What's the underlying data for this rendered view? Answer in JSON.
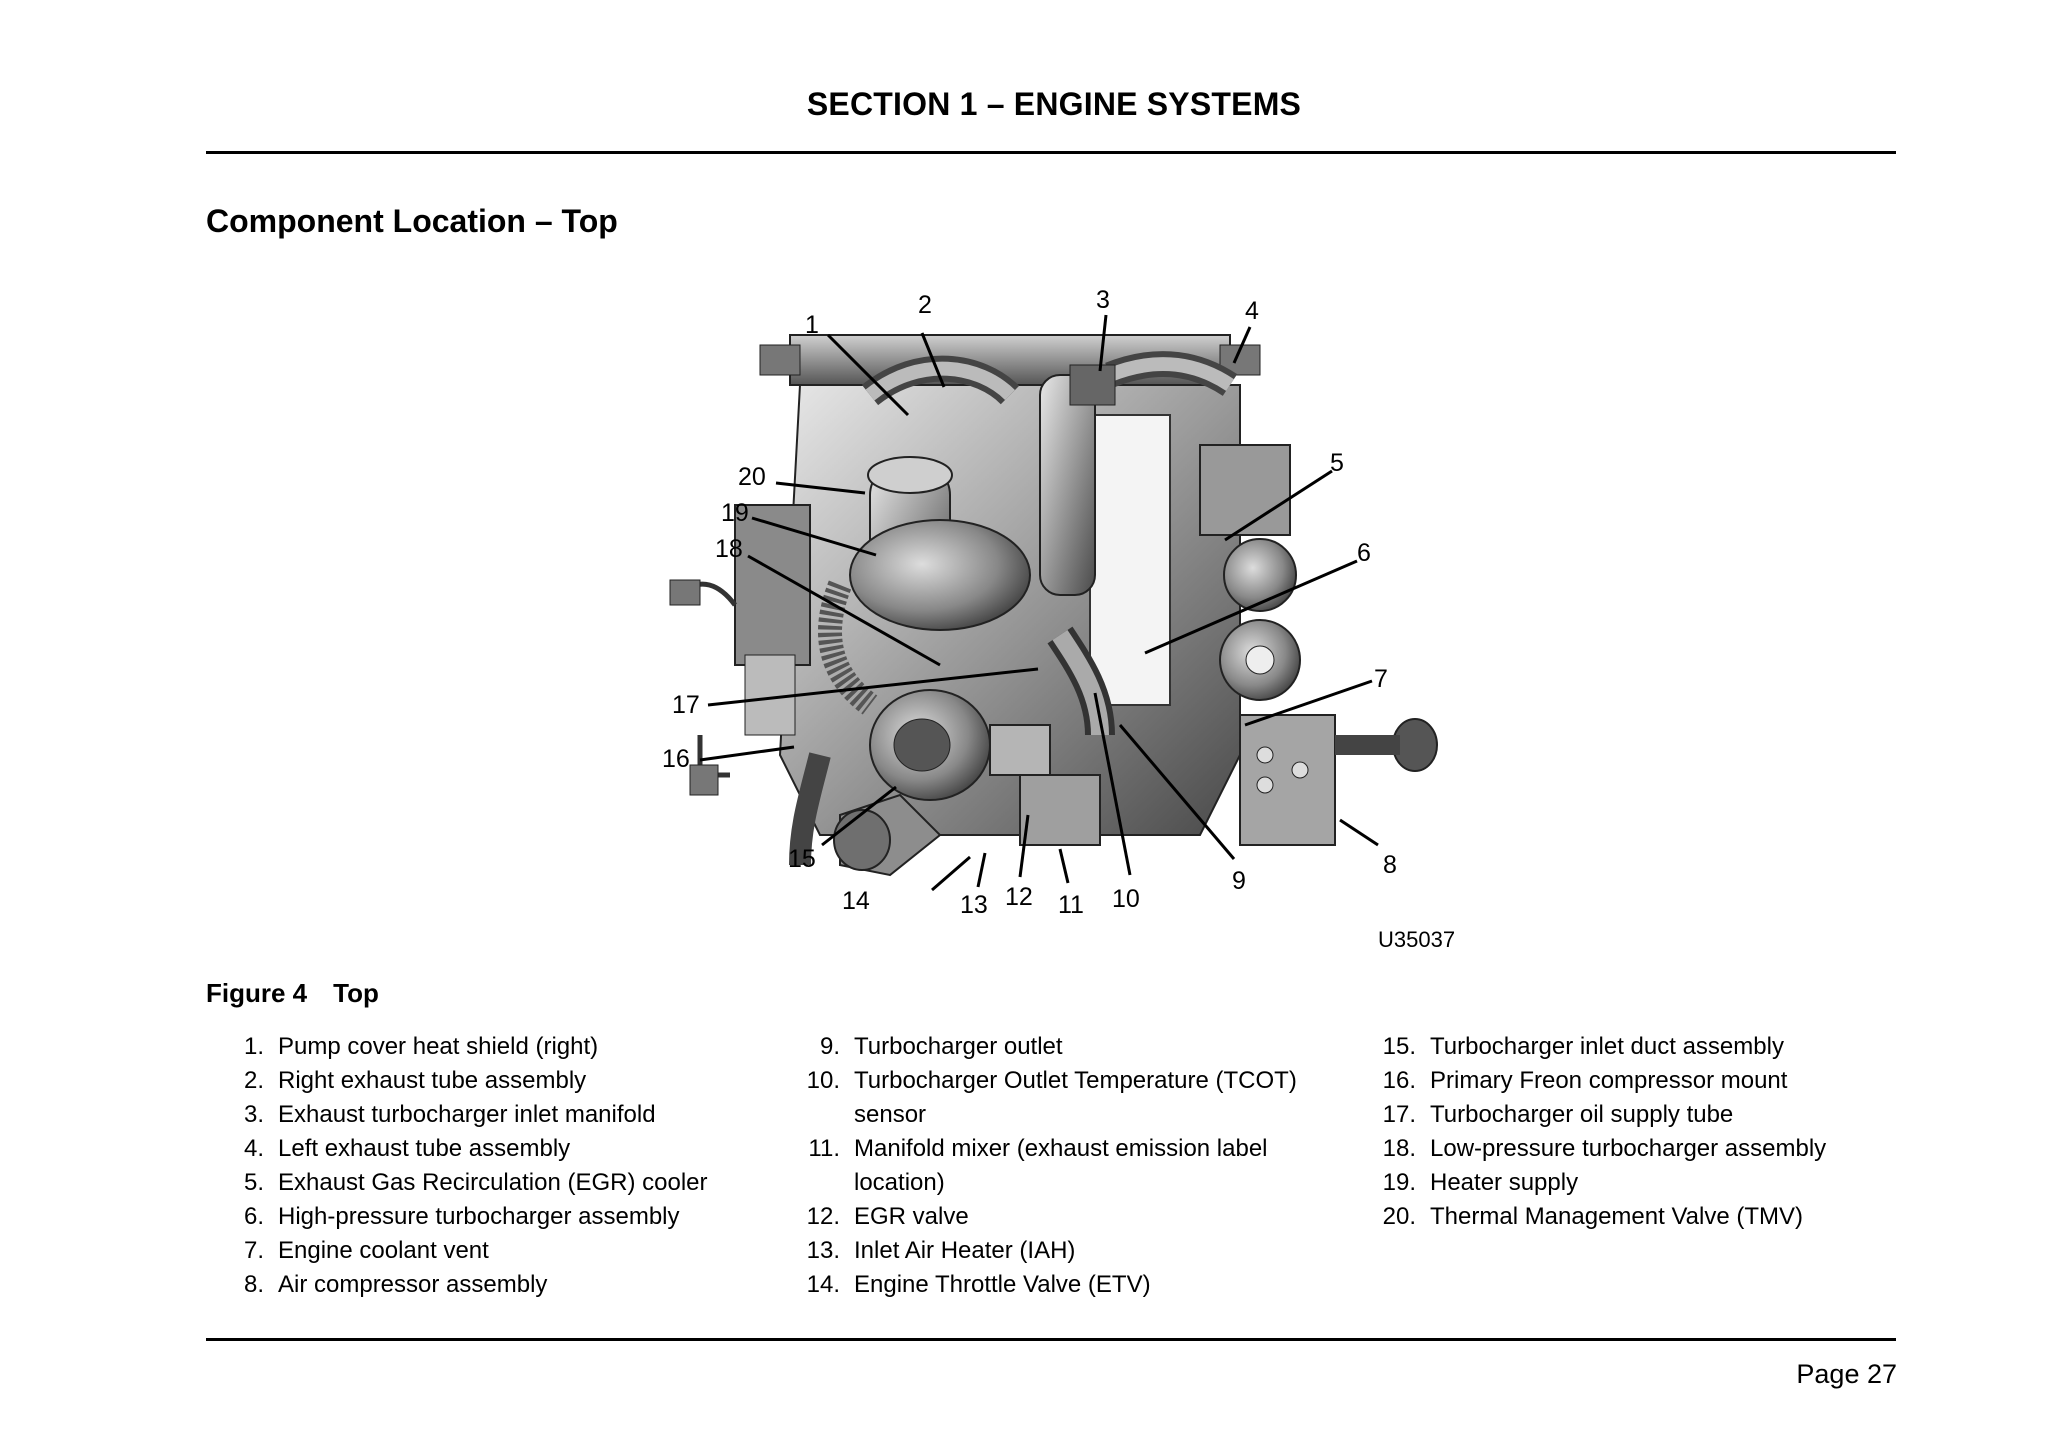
{
  "header": {
    "section_title": "SECTION 1 – ENGINE SYSTEMS"
  },
  "page_heading": "Component Location – Top",
  "figure": {
    "code": "U35037",
    "callout_numbers": [
      "1",
      "2",
      "3",
      "4",
      "5",
      "6",
      "7",
      "8",
      "9",
      "10",
      "11",
      "12",
      "13",
      "14",
      "15",
      "16",
      "17",
      "18",
      "19",
      "20"
    ]
  },
  "caption": {
    "label": "Figure 4",
    "title": "Top"
  },
  "legend": [
    {
      "num": "1.",
      "text": "Pump cover heat shield (right)"
    },
    {
      "num": "2.",
      "text": "Right exhaust tube assembly"
    },
    {
      "num": "3.",
      "text": "Exhaust turbocharger inlet manifold"
    },
    {
      "num": "4.",
      "text": "Left exhaust tube assembly"
    },
    {
      "num": "5.",
      "text": "Exhaust Gas Recirculation (EGR) cooler"
    },
    {
      "num": "6.",
      "text": "High-pressure turbocharger assembly"
    },
    {
      "num": "7.",
      "text": "Engine coolant vent"
    },
    {
      "num": "8.",
      "text": "Air compressor assembly"
    },
    {
      "num": "9.",
      "text": "Turbocharger outlet"
    },
    {
      "num": "10.",
      "text": "Turbocharger Outlet Temperature (TCOT) sensor"
    },
    {
      "num": "11.",
      "text": "Manifold mixer (exhaust emission label location)"
    },
    {
      "num": "12.",
      "text": "EGR valve"
    },
    {
      "num": "13.",
      "text": "Inlet Air Heater (IAH)"
    },
    {
      "num": "14.",
      "text": "Engine Throttle Valve (ETV)"
    },
    {
      "num": "15.",
      "text": "Turbocharger inlet duct assembly"
    },
    {
      "num": "16.",
      "text": "Primary Freon compressor mount"
    },
    {
      "num": "17.",
      "text": "Turbocharger oil supply tube"
    },
    {
      "num": "18.",
      "text": "Low-pressure turbocharger assembly"
    },
    {
      "num": "19.",
      "text": "Heater supply"
    },
    {
      "num": "20.",
      "text": "Thermal Management Valve (TMV)"
    }
  ],
  "footer": {
    "page_label": "Page 27"
  }
}
